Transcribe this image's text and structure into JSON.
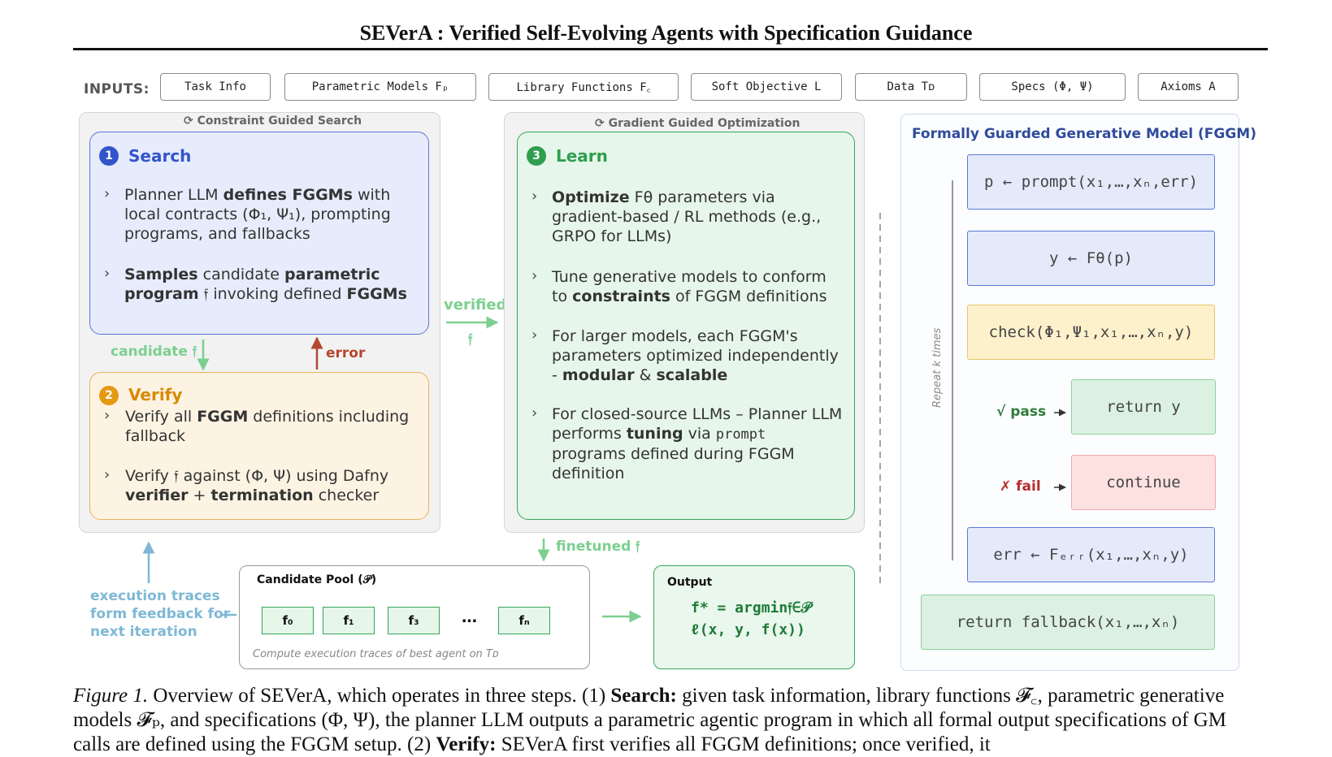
{
  "title": "SEVerA : Verified Self-Evolving Agents with Specification Guidance",
  "inputs": {
    "label": "INPUTS:",
    "chips": [
      "Task Info",
      "Parametric Models Fₚ",
      "Library Functions F꜀",
      "Soft Objective L",
      "Data Tᴅ",
      "Specs  (Φ, Ψ)",
      "Axioms A"
    ]
  },
  "search_panel": {
    "caption": "⟳ Constraint Guided Search",
    "search": {
      "number": "1",
      "title": "Search",
      "bullet1": [
        "Planner LLM ",
        "defines FGGMs",
        " with local contracts (Φ₁, Ψ₁), prompting programs, and fallbacks"
      ],
      "bullet2": [
        "Samples",
        " candidate ",
        "parametric program",
        " 𝔣 invoking defined ",
        "FGGMs"
      ]
    },
    "candidate_label": "candidate 𝔣",
    "error_label": "error",
    "verify": {
      "number": "2",
      "title": "Verify",
      "bullet1": [
        "Verify all ",
        "FGGM",
        " definitions including fallback"
      ],
      "bullet2": [
        "Verify 𝔣  against (Φ, Ψ) using Dafny ",
        "verifier",
        " + ",
        "termination",
        " checker"
      ]
    }
  },
  "verified_label": "verified",
  "verified_f": "𝔣",
  "learn_panel": {
    "caption": "⟳ Gradient Guided Optimization",
    "number": "3",
    "title": "Learn",
    "bullet1": [
      "Optimize",
      " Fθ parameters via gradient-based / RL methods (e.g., GRPO for LLMs)"
    ],
    "bullet2": [
      "Tune generative models to conform to ",
      "constraints",
      " of FGGM definitions"
    ],
    "bullet3": [
      "For larger models, each FGGM's parameters optimized independently - ",
      "modular",
      " & ",
      "scalable"
    ],
    "bullet4": [
      "For closed-source LLMs – Planner LLM performs ",
      "tuning",
      " via ",
      "prompt",
      " programs defined during FGGM definition"
    ]
  },
  "finetuned_label": "finetuned 𝔣",
  "fggm": {
    "title": "Formally Guarded Generative Model (FGGM)",
    "repeat_label": "Repeat k times",
    "step1": "p ← prompt(x₁,…,xₙ,err)",
    "step2": "y ← Fθ(p)",
    "step3": "check(Φ₁,Ψ₁,x₁,…,xₙ,y)",
    "pass_label": "√ pass",
    "pass_action": "return y",
    "fail_label": "✗ fail",
    "fail_action": "continue",
    "step4": "err ← Fₑᵣᵣ(x₁,…,xₙ,y)",
    "fallback": "return fallback(x₁,…,xₙ)"
  },
  "execution_traces_label": [
    "execution traces",
    "form feedback for",
    "next iteration"
  ],
  "pool": {
    "title": "Candidate Pool (𝒫)",
    "items": [
      "f₀",
      "f₁",
      "f₃",
      "…",
      "fₙ"
    ],
    "footer": "Compute execution traces of best agent on Tᴅ"
  },
  "output": {
    "title": "Output",
    "line1": "f* = argmin𝔣∈𝒫",
    "line2": "ℓ(x, y, f(x))"
  },
  "figure_caption": {
    "label": "Figure 1.",
    "text1": " Overview of SEVerA, which operates in three steps. (1) ",
    "bold1": "Search:",
    "text2": " given task information, library functions 𝓕꜀, parametric generative models 𝓕ₚ, and specifications (Φ, Ψ), the planner LLM outputs a parametric agentic program in which all formal output specifications of GM calls are defined using the FGGM setup. (2) ",
    "bold2": "Verify:",
    "text3": " SEVerA first verifies all FGGM definitions; once verified, it"
  },
  "colors": {
    "blue": "#3355cc",
    "green": "#2e9e4f",
    "orange": "#e59a14",
    "red": "#b5472e",
    "teal": "#7fb8d6"
  }
}
